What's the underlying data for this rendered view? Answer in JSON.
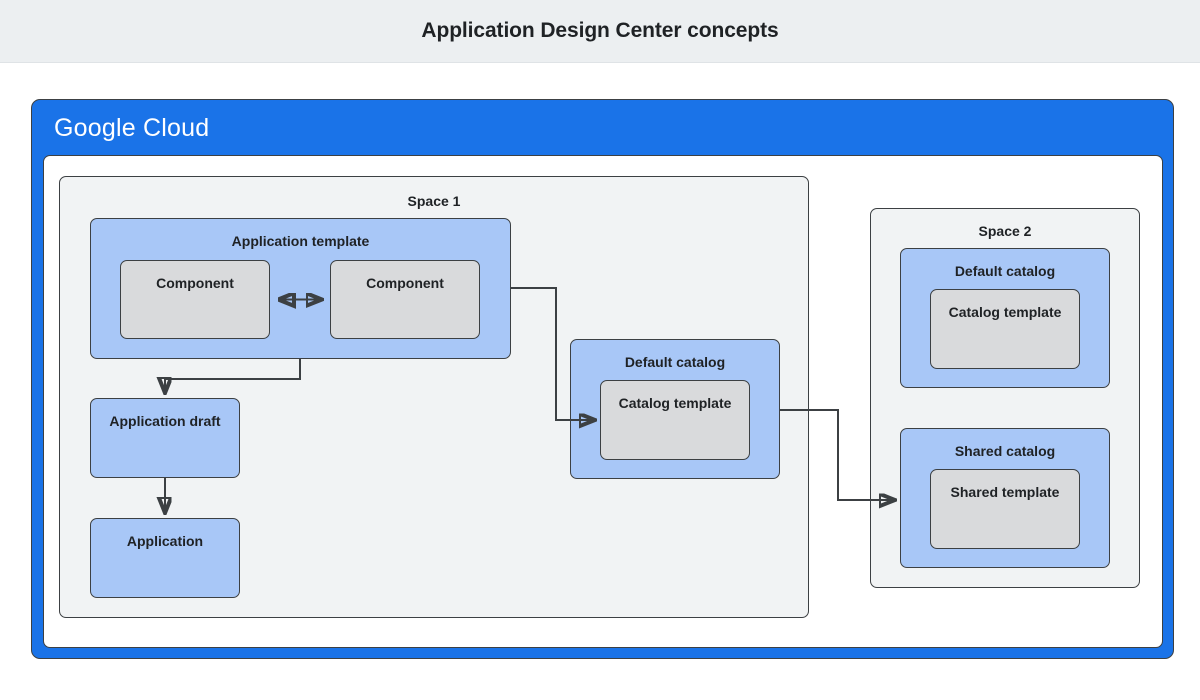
{
  "page": {
    "title": "Application Design Center concepts"
  },
  "cloud_panel": {
    "logo_primary": "Google",
    "logo_secondary": "Cloud",
    "brand_color": "#1a73e8"
  },
  "colors": {
    "titlebar_background": "#eceff1",
    "panel_blue": "#1a73e8",
    "node_blue": "#a8c7f7",
    "node_gray": "#d9dadc",
    "space_background": "#f1f3f4",
    "border": "#3c4043",
    "text": "#1f2225"
  },
  "spaces": [
    {
      "id": "space1",
      "label": "Space 1",
      "nodes": [
        {
          "id": "app-template",
          "label": "Application template",
          "fill": "blue"
        },
        {
          "id": "component-1",
          "label": "Component",
          "fill": "gray"
        },
        {
          "id": "component-2",
          "label": "Component",
          "fill": "gray"
        },
        {
          "id": "app-draft",
          "label": "Application draft",
          "fill": "blue"
        },
        {
          "id": "application",
          "label": "Application",
          "fill": "blue"
        },
        {
          "id": "default-catalog-1",
          "label": "Default catalog",
          "fill": "blue"
        },
        {
          "id": "catalog-template-1",
          "label": "Catalog template",
          "fill": "gray"
        }
      ]
    },
    {
      "id": "space2",
      "label": "Space 2",
      "nodes": [
        {
          "id": "default-catalog-2",
          "label": "Default catalog",
          "fill": "blue"
        },
        {
          "id": "catalog-template-2",
          "label": "Catalog template",
          "fill": "gray"
        },
        {
          "id": "shared-catalog",
          "label": "Shared catalog",
          "fill": "blue"
        },
        {
          "id": "shared-template",
          "label": "Shared template",
          "fill": "gray"
        }
      ]
    }
  ],
  "connectors": [
    {
      "id": "component-link",
      "from": "component-1",
      "to": "component-2",
      "arrows": "both"
    },
    {
      "id": "template-to-draft",
      "from": "app-template",
      "to": "app-draft",
      "arrows": "end"
    },
    {
      "id": "draft-to-application",
      "from": "app-draft",
      "to": "application",
      "arrows": "end"
    },
    {
      "id": "template-to-catalog",
      "from": "app-template",
      "to": "catalog-template-1",
      "arrows": "end"
    },
    {
      "id": "catalog-to-shared-catalog",
      "from": "default-catalog-1",
      "to": "shared-catalog",
      "arrows": "end"
    }
  ]
}
